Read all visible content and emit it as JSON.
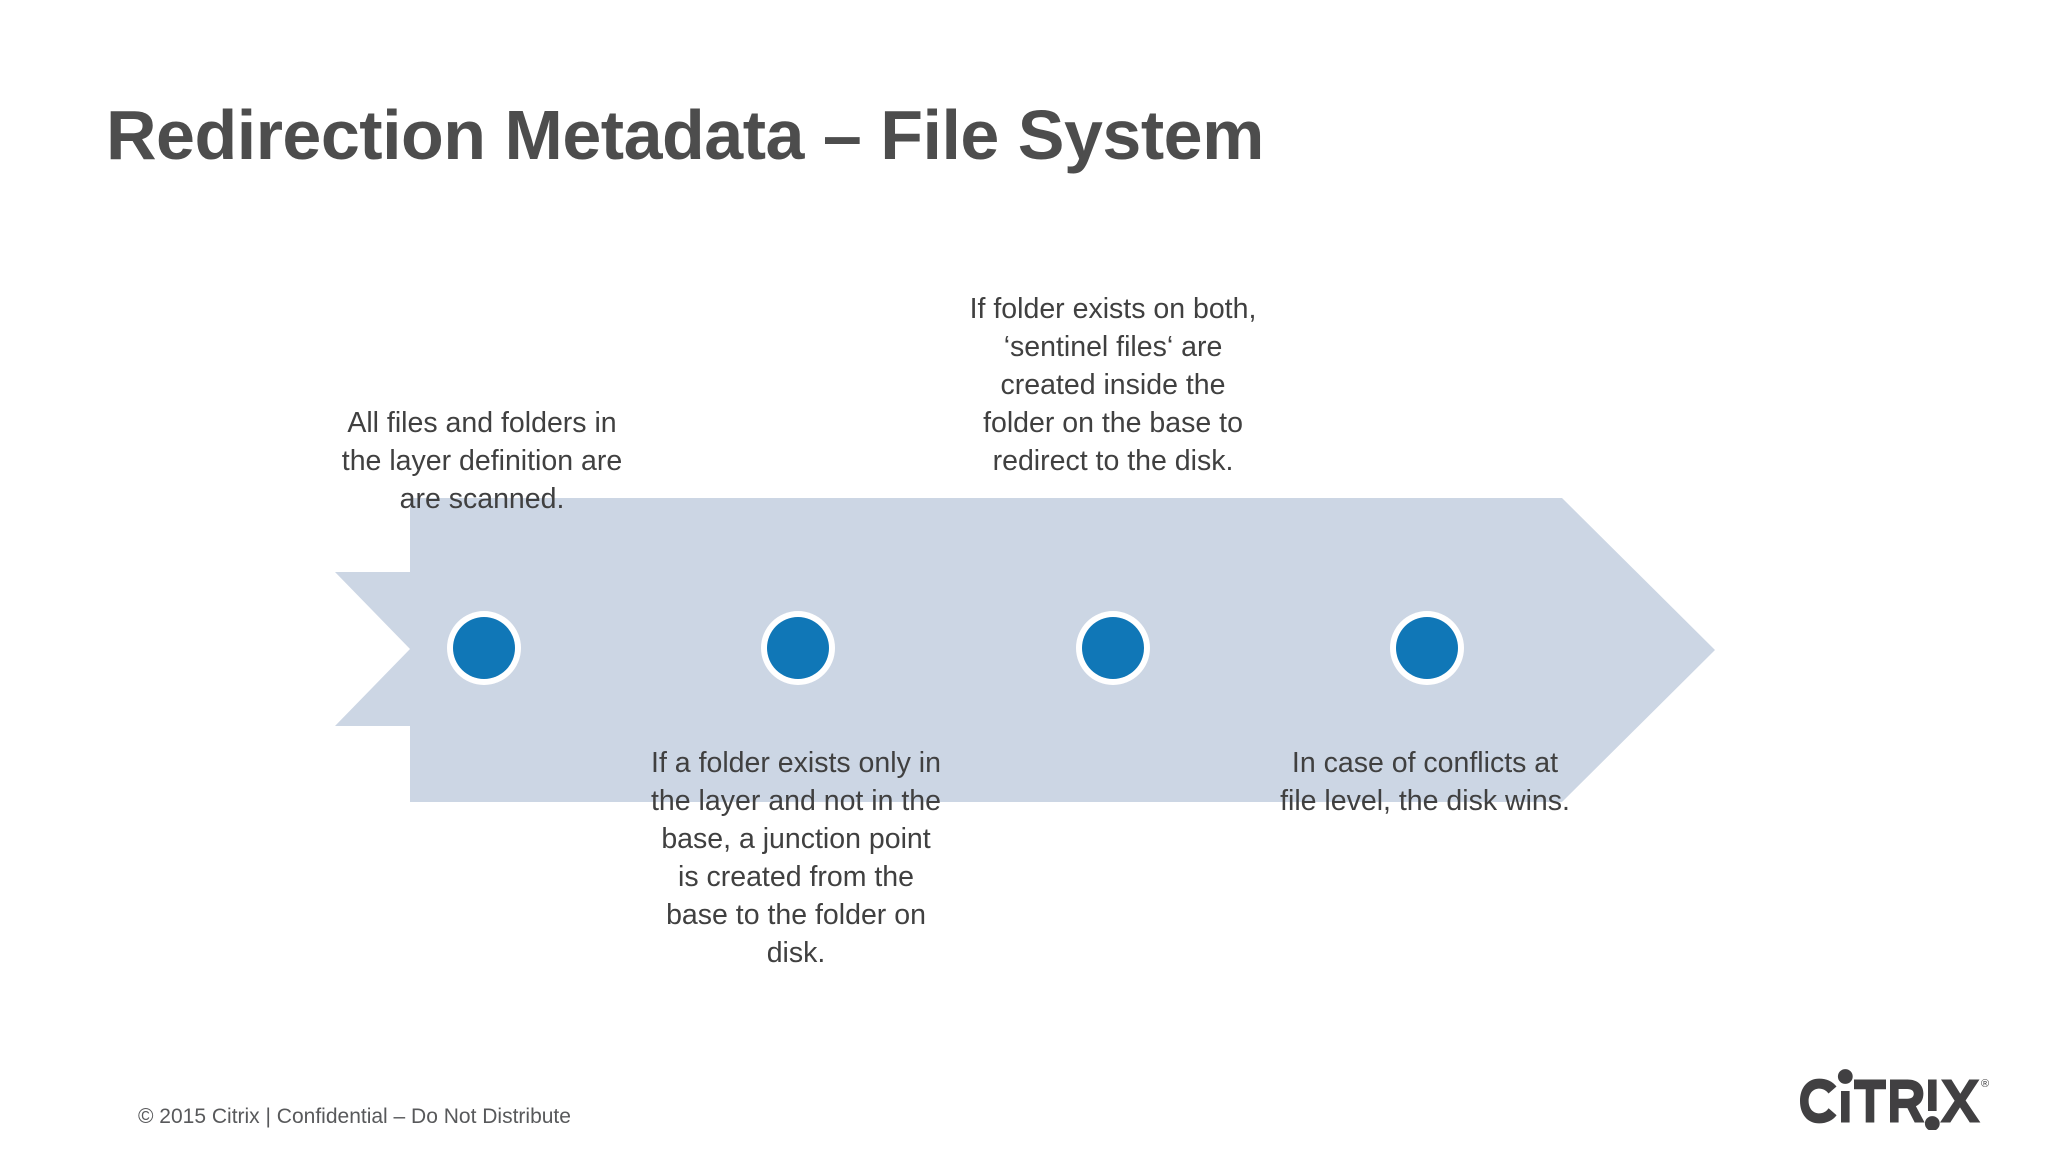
{
  "slide": {
    "title": "Redirection Metadata – File System",
    "background_color": "#ffffff",
    "title_color": "#4d4d4d"
  },
  "diagram": {
    "type": "process-arrow-timeline",
    "arrow_fill": "#ccd6e4",
    "marker_fill": "#1077b7",
    "marker_ring": "#ffffff",
    "marker_count": 4,
    "steps": [
      {
        "index": 1,
        "position": "above",
        "text": "All files and folders in the layer definition are are scanned."
      },
      {
        "index": 2,
        "position": "below",
        "text": "If a folder exists only in the layer and not in the base, a junction point is created from the base to the folder on disk."
      },
      {
        "index": 3,
        "position": "above",
        "text": "If folder exists on both, ‘sentinel files‘ are created inside the folder on the base to redirect to the disk."
      },
      {
        "index": 4,
        "position": "below",
        "text": "In case of conflicts at file level, the disk wins."
      }
    ]
  },
  "footer": {
    "note": "© 2015 Citrix | Confidential – Do Not Distribute",
    "note_color": "#58595b",
    "logo_text": "CiTRIX",
    "logo_trademark": "®",
    "logo_color": "#414042"
  }
}
